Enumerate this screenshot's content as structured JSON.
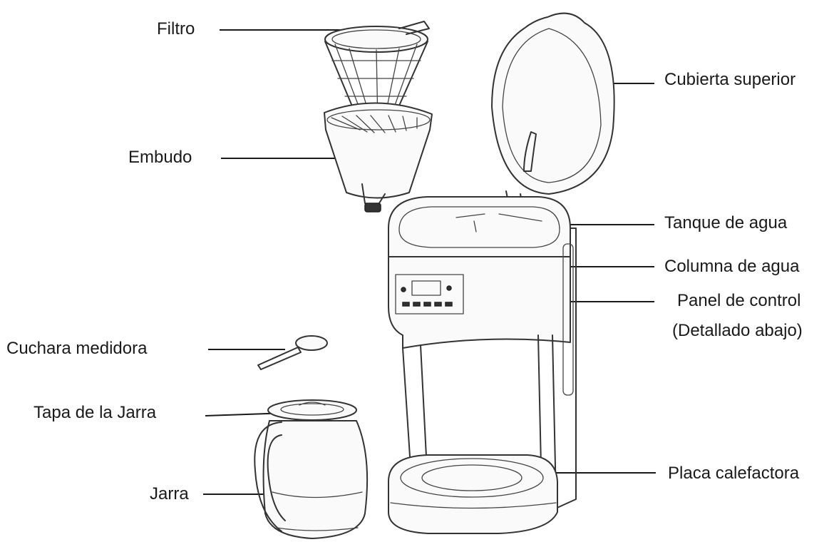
{
  "labels": {
    "filtro": "Filtro",
    "embudo": "Embudo",
    "cuchara": "Cuchara medidora",
    "tapa_jarra": "Tapa de la Jarra",
    "jarra": "Jarra",
    "cubierta": "Cubierta superior",
    "tanque": "Tanque de agua",
    "columna": "Columna de agua",
    "panel_line1": "Panel de control",
    "panel_line2": "(Detallado abajo)",
    "placa": "Placa calefactora"
  }
}
